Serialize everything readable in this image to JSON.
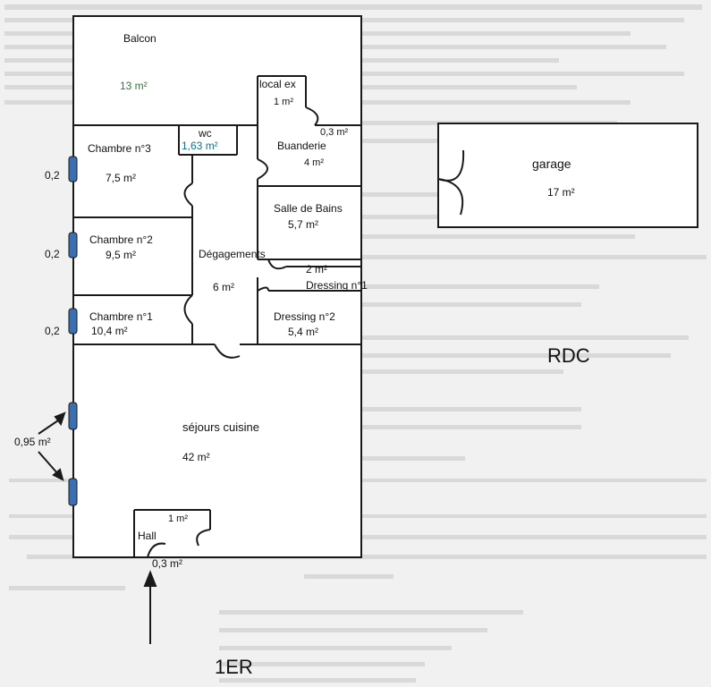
{
  "rooms": {
    "balcon": {
      "name": "Balcon",
      "area": "13 m²"
    },
    "local_ex": {
      "name": "local ex",
      "area": "1 m²"
    },
    "wc": {
      "name": "wc",
      "area": "1,63 m²"
    },
    "buanderie": {
      "name": "Buanderie",
      "area": "4 m²"
    },
    "buanderie_small": {
      "area": "0,3 m²"
    },
    "chambre3": {
      "name": "Chambre n°3",
      "area": "7,5 m²"
    },
    "chambre2": {
      "name": "Chambre n°2",
      "area": "9,5 m²"
    },
    "chambre1": {
      "name": "Chambre n°1",
      "area": "10,4 m²"
    },
    "salle_de_bains": {
      "name": "Salle de Bains",
      "area": "5,7 m²"
    },
    "degagements": {
      "name": "Dégagements",
      "area": "6 m²"
    },
    "dressing1": {
      "name": "Dressing n°1",
      "area": "2 m²"
    },
    "dressing2": {
      "name": "Dressing n°2",
      "area": "5,4 m²"
    },
    "sejour": {
      "name": "séjours cuisine",
      "area": "42 m²"
    },
    "hall": {
      "name": "Hall",
      "area": "1 m²"
    },
    "entry": {
      "area": "0,3 m²"
    },
    "garage": {
      "name": "garage",
      "area": "17 m²"
    }
  },
  "windows": {
    "w1": "0,2",
    "w2": "0,2",
    "w3": "0,2",
    "w4": "0,95 m²"
  },
  "levels": {
    "rdc": "RDC",
    "first": "1ER"
  },
  "colors": {
    "wall": "#1a1a1a",
    "window": "#3b6fb0",
    "area_green": "#2e7d2e",
    "area_teal": "#1a6f8a"
  }
}
